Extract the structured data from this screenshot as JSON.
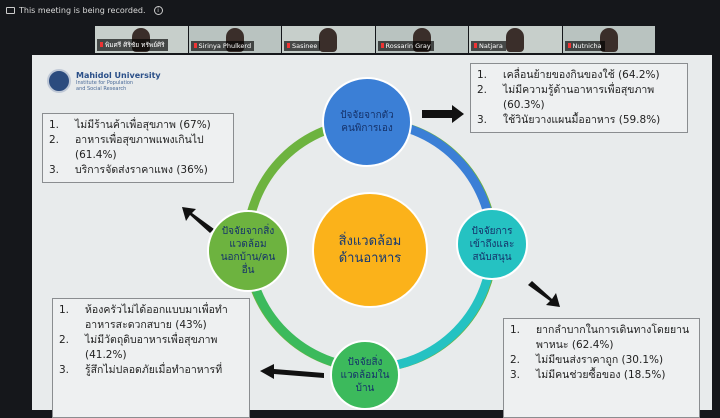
{
  "meeting": {
    "recording_notice": "This meeting is being recorded.",
    "participants": [
      "พิมศรี ศิริชัย ทรัพย์ศิริ",
      "Sirinya Phulkerd",
      "Sasinee",
      "Rossarin Gray",
      "Natjara",
      "Nutnicha"
    ]
  },
  "slide": {
    "logo": {
      "name": "Mahidol University",
      "sub1": "Institute for Population",
      "sub2": "and Social Research"
    },
    "center": "สิ่งแวดล้อมด้านอาหาร",
    "nodes": {
      "top": "ปัจจัยจากตัวคนพิการเอง",
      "left": "ปัจจัยจากสิ่งแวดล้อมนอกบ้าน/คนอื่น",
      "right": "ปัจจัยการเข้าถึงและสนับสนุน",
      "bottom": "ปัจจัยสิ่งแวดล้อมในบ้าน"
    },
    "boxes": {
      "top_left": [
        {
          "n": "1.",
          "t": "ไม่มีร้านค้าเพื่อสุขภาพ (67%)"
        },
        {
          "n": "2.",
          "t": "อาหารเพื่อสุขภาพแพงเกินไป (61.4%)"
        },
        {
          "n": "3.",
          "t": "บริการจัดส่งราคาแพง (36%)"
        }
      ],
      "top_right": [
        {
          "n": "1.",
          "t": "เคลื่อนย้ายของกินของใช้ (64.2%)"
        },
        {
          "n": "2.",
          "t": "ไม่มีความรู้ด้านอาหารเพื่อสุขภาพ (60.3%)"
        },
        {
          "n": "3.",
          "t": "ใช้วินัยวางแผนมื้ออาหาร (59.8%)"
        }
      ],
      "bottom_left": [
        {
          "n": "1.",
          "t": "ห้องครัวไม่ได้ออกแบบมาเพื่อทำอาหารสะดวกสบาย (43%)"
        },
        {
          "n": "2.",
          "t": "ไม่มีวัตถุดิบอาหารเพื่อสุขภาพ (41.2%)"
        },
        {
          "n": "3.",
          "t": "รู้สึกไม่ปลอดภัยเมื่อทำอาหารที่"
        }
      ],
      "bottom_right": [
        {
          "n": "1.",
          "t": "ยากลำบากในการเดินทางโดยยานพาหนะ (62.4%)"
        },
        {
          "n": "2.",
          "t": "ไม่มีขนส่งราคาถูก (30.1%)"
        },
        {
          "n": "3.",
          "t": "ไม่มีคนช่วยซื้อของ (18.5%)"
        }
      ]
    }
  },
  "colors": {
    "blue": "#3b7fd6",
    "green": "#6db33f",
    "teal": "#25c2c2",
    "dgreen": "#3cba5c",
    "yellow": "#fbb21a"
  }
}
